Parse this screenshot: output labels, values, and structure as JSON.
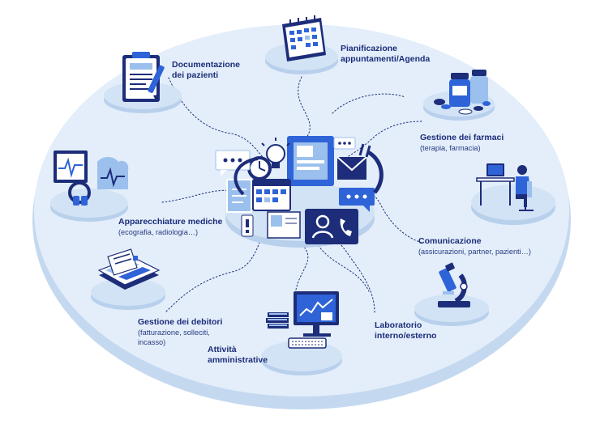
{
  "colors": {
    "platform_top": "#e3eefa",
    "platform_edge": "#c4d9f0",
    "pedestal": "#d2e3f5",
    "pedestal_edge": "#b8d0ec",
    "navy": "#1d2d7a",
    "blue": "#2f63d8",
    "light_blue": "#9cc0ee",
    "white": "#ffffff",
    "connector": "#1d2d7a"
  },
  "nodes": [
    {
      "id": "documentation",
      "title_lines": [
        "Documentazione",
        "dei pazienti"
      ],
      "subtitle": "",
      "icon": "clipboard-pen-icon"
    },
    {
      "id": "scheduling",
      "title_lines": [
        "Pianificazione",
        "appuntamenti/Agenda"
      ],
      "subtitle": "",
      "icon": "calendar-icon"
    },
    {
      "id": "pharmacy",
      "title_lines": [
        "Gestione dei farmaci"
      ],
      "subtitle": "(terapia, farmacia)",
      "icon": "medicine-bottles-icon"
    },
    {
      "id": "communication",
      "title_lines": [
        "Comunicazione"
      ],
      "subtitle": "(assicurazioni, partner, pazienti…)",
      "icon": "person-at-desk-icon"
    },
    {
      "id": "laboratory",
      "title_lines": [
        "Laboratorio",
        "interno/esterno"
      ],
      "subtitle": "",
      "icon": "microscope-icon"
    },
    {
      "id": "administration",
      "title_lines": [
        "Attività",
        "amministrative"
      ],
      "subtitle": "",
      "icon": "computer-workstation-icon"
    },
    {
      "id": "debtors",
      "title_lines": [
        "Gestione dei debitori"
      ],
      "subtitle": "(fatturazione, solleciti,\nincasso)",
      "icon": "invoice-documents-icon"
    },
    {
      "id": "equipment",
      "title_lines": [
        "Apparecchiature mediche"
      ],
      "subtitle": "(ecografia, radiologia…)",
      "icon": "medical-devices-icon"
    }
  ],
  "hub": {
    "icon": "central-hub-icon"
  }
}
